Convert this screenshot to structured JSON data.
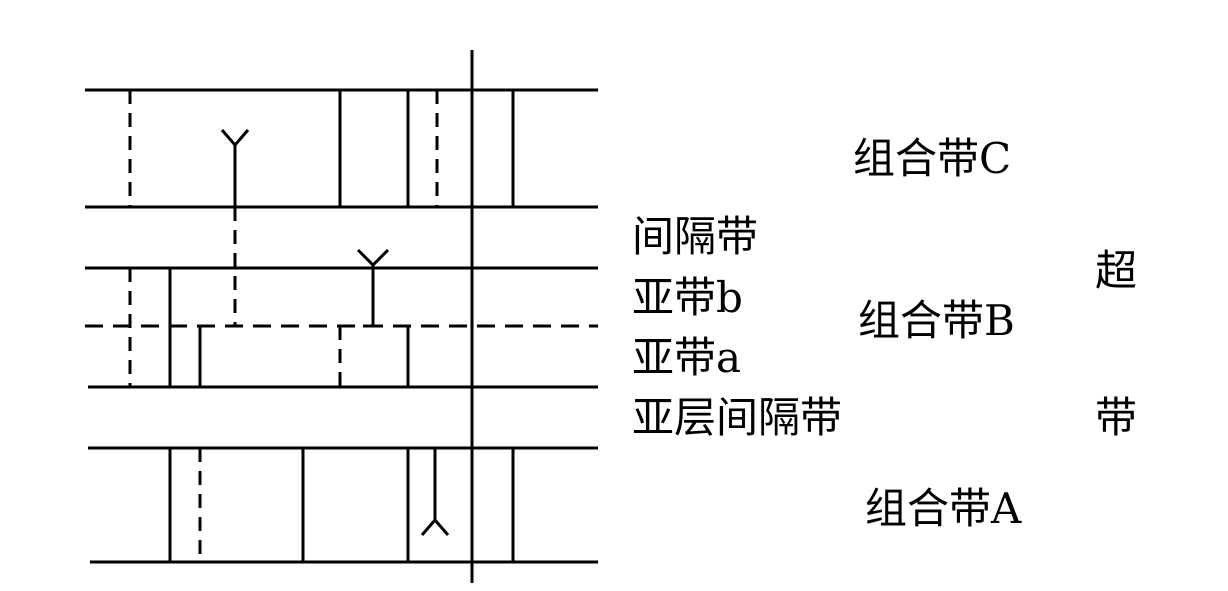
{
  "labels": {
    "band_c": "组合带C",
    "interval_band": "间隔带",
    "subband_b": "亚带b",
    "band_b": "组合带B",
    "subband_a": "亚带a",
    "sublayer_interval_band": "亚层间隔带",
    "band_a": "组合带A",
    "super_1": "超",
    "super_2": "带"
  },
  "colors": {
    "line": "#000000",
    "background": "#ffffff"
  }
}
